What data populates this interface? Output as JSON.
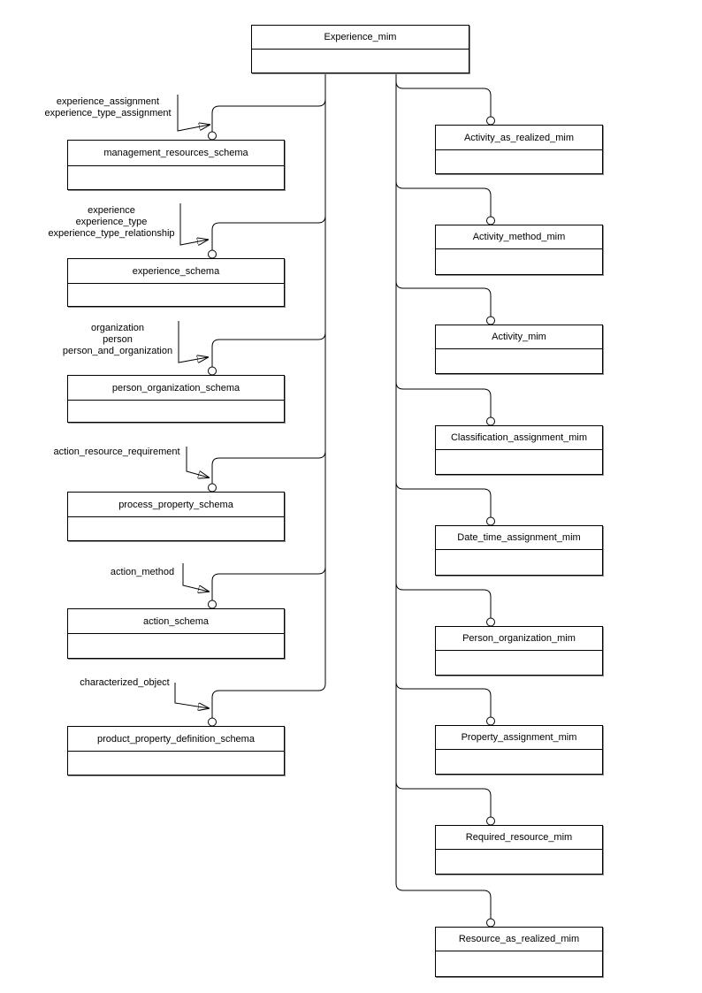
{
  "diagram": {
    "root": {
      "title": "Experience_mim"
    },
    "left_schemas": [
      {
        "title": "management_resources_schema",
        "labels": [
          "experience_assignment",
          "experience_type_assignment"
        ]
      },
      {
        "title": "experience_schema",
        "labels": [
          "experience",
          "experience_type",
          "experience_type_relationship"
        ]
      },
      {
        "title": "person_organization_schema",
        "labels": [
          "organization",
          "person",
          "person_and_organization"
        ]
      },
      {
        "title": "process_property_schema",
        "labels": [
          "action_resource_requirement"
        ]
      },
      {
        "title": "action_schema",
        "labels": [
          "action_method"
        ]
      },
      {
        "title": "product_property_definition_schema",
        "labels": [
          "characterized_object"
        ]
      }
    ],
    "right_mims": [
      {
        "title": "Activity_as_realized_mim"
      },
      {
        "title": "Activity_method_mim"
      },
      {
        "title": "Activity_mim"
      },
      {
        "title": "Classification_assignment_mim"
      },
      {
        "title": "Date_time_assignment_mim"
      },
      {
        "title": "Person_organization_mim"
      },
      {
        "title": "Property_assignment_mim"
      },
      {
        "title": "Required_resource_mim"
      },
      {
        "title": "Resource_as_realized_mim"
      }
    ],
    "colors": {
      "background": "#ffffff",
      "line": "#000000",
      "box_fill": "#ffffff",
      "box_border": "#000000",
      "box_shadow": "#888888",
      "text": "#000000"
    }
  }
}
